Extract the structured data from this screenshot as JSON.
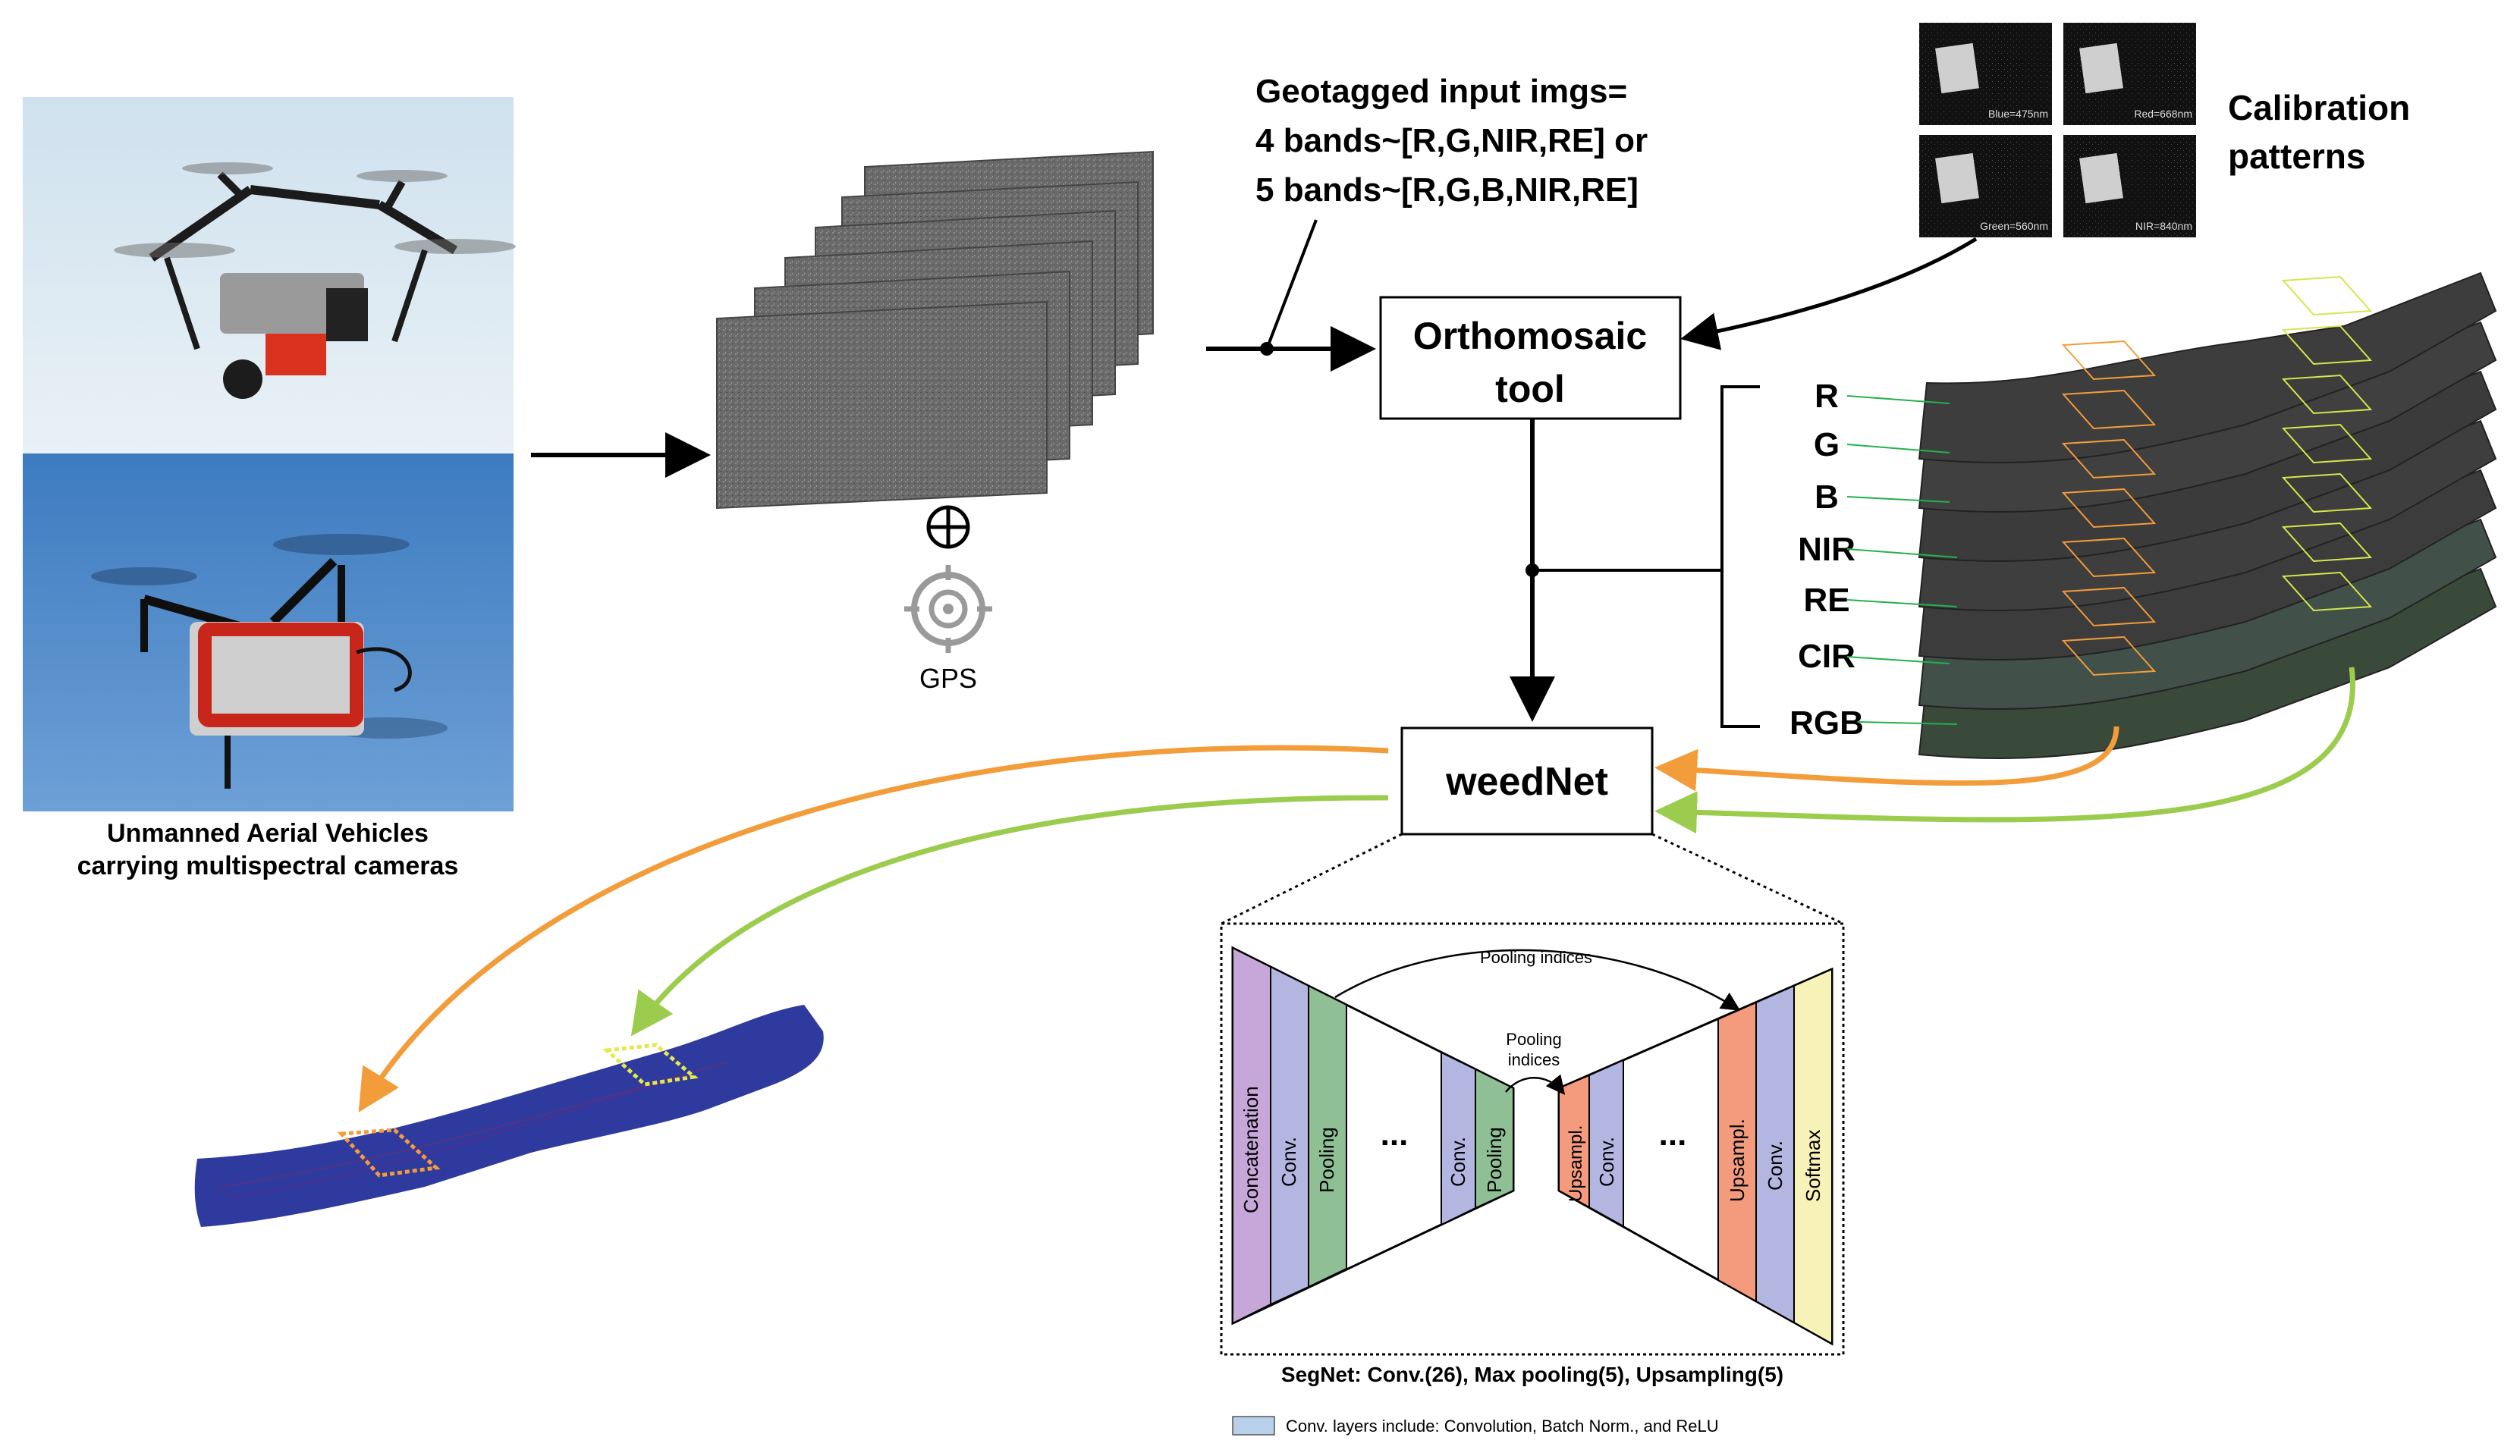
{
  "uav": {
    "caption_line1": "Unmanned Aerial Vehicles",
    "caption_line2": "carrying multispectral cameras"
  },
  "input": {
    "geotag_line1": "Geotagged input imgs=",
    "geotag_line2": "4 bands~[R,G,NIR,RE] or",
    "geotag_line3": "5 bands~[R,G,B,NIR,RE]",
    "gps_label": "GPS"
  },
  "calibration": {
    "title_line1": "Calibration",
    "title_line2": "patterns",
    "panels": [
      "Blue=475nm",
      "Red=668nm",
      "Green=560nm",
      "NIR=840nm"
    ]
  },
  "ortho": {
    "line1": "Orthomosaic",
    "line2": "tool"
  },
  "bands": [
    "R",
    "G",
    "B",
    "NIR",
    "RE",
    "CIR",
    "RGB"
  ],
  "weednet": {
    "label": "weedNet"
  },
  "segnet": {
    "pooling_indices_top": "Pooling indices",
    "pooling_indices_mid_line1": "Pooling",
    "pooling_indices_mid_line2": "indices",
    "ellipsis": "...",
    "layers_left": [
      "Concatenation",
      "Conv.",
      "Pooling"
    ],
    "layers_mid_left": [
      "Conv.",
      "Pooling"
    ],
    "layers_mid_right": [
      "Upsampl.",
      "Conv."
    ],
    "layers_right": [
      "Upsampl.",
      "Conv.",
      "Softmax"
    ],
    "caption": "SegNet: Conv.(26), Max pooling(5), Upsampling(5)",
    "legend": "Conv. layers include: Convolution, Batch Norm., and ReLU"
  },
  "colors": {
    "orange": "#f39c3a",
    "green_arrow": "#9ccc4e",
    "conv": "#b3b6e0",
    "pool": "#8fbf94",
    "concat": "#c7a6d9",
    "upsample": "#f49b7d",
    "softmax": "#f7f3b8",
    "map_blue": "#2f3a9e"
  }
}
